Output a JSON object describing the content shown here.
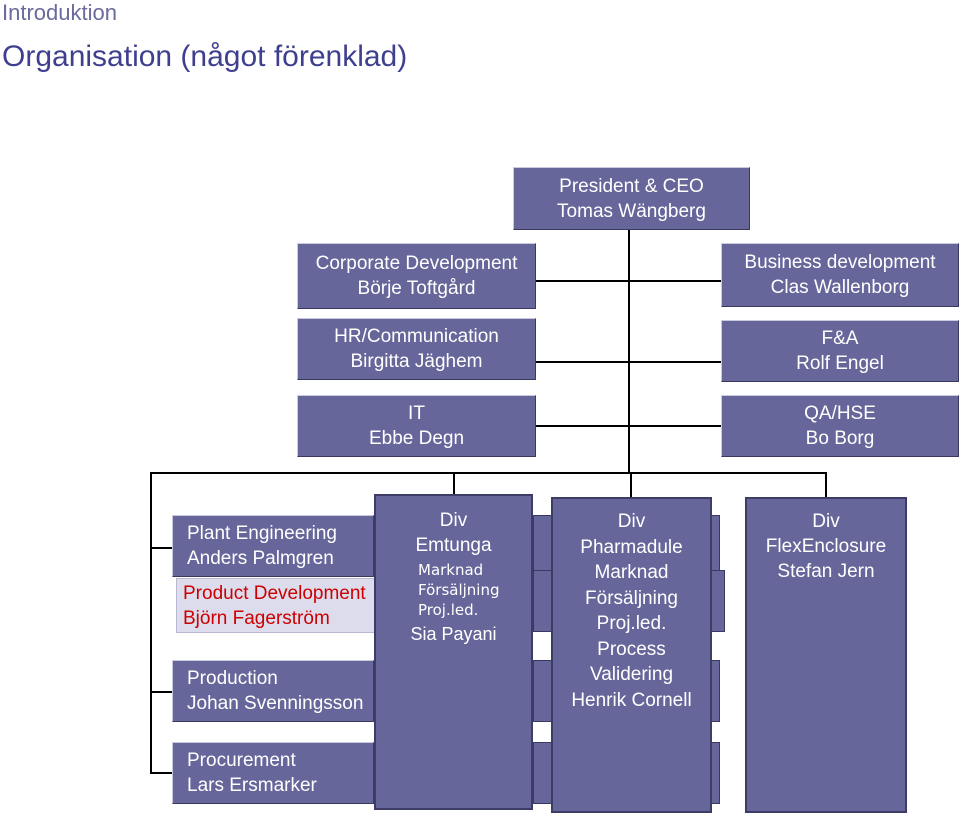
{
  "header": {
    "section": "Introduktion",
    "title": "Organisation (något förenklad)"
  },
  "ceo": {
    "role": "President & CEO",
    "name": "Tomas Wängberg"
  },
  "staff_left": [
    {
      "role": "Corporate Development",
      "name": "Börje Toftgård"
    },
    {
      "role": "HR/Communication",
      "name": "Birgitta Jäghem"
    },
    {
      "role": "IT",
      "name": "Ebbe Degn"
    }
  ],
  "staff_right": [
    {
      "role": "Business development",
      "name": "Clas Wallenborg"
    },
    {
      "role": "F&A",
      "name": "Rolf Engel"
    },
    {
      "role": "QA/HSE",
      "name": "Bo Borg"
    }
  ],
  "departments": [
    {
      "role": "Plant Engineering",
      "name": "Anders Palmgren"
    },
    {
      "role": "Product Development",
      "name": "Björn Fagerström"
    },
    {
      "role": "Production",
      "name": "Johan Svenningsson"
    },
    {
      "role": "Procurement",
      "name": "Lars Ersmarker"
    }
  ],
  "divisions": [
    {
      "title": "Div",
      "name": "Emtunga",
      "lines": [
        "Marknad",
        "Försäljning",
        "Proj.led."
      ],
      "head": "Sia Payani"
    },
    {
      "title": "Div",
      "name": "Pharmadule",
      "lines": [
        "Marknad",
        "Försäljning",
        "Proj.led.",
        "Process",
        "Validering"
      ],
      "head": "Henrik Cornell"
    },
    {
      "title": "Div",
      "name": "FlexEnclosure",
      "lines": [],
      "head": "Stefan Jern"
    }
  ],
  "colors": {
    "box": "#66669a",
    "highlight_text": "#cc0000",
    "highlight_bg": "#dcdcec",
    "header": "#3f3f8f"
  }
}
